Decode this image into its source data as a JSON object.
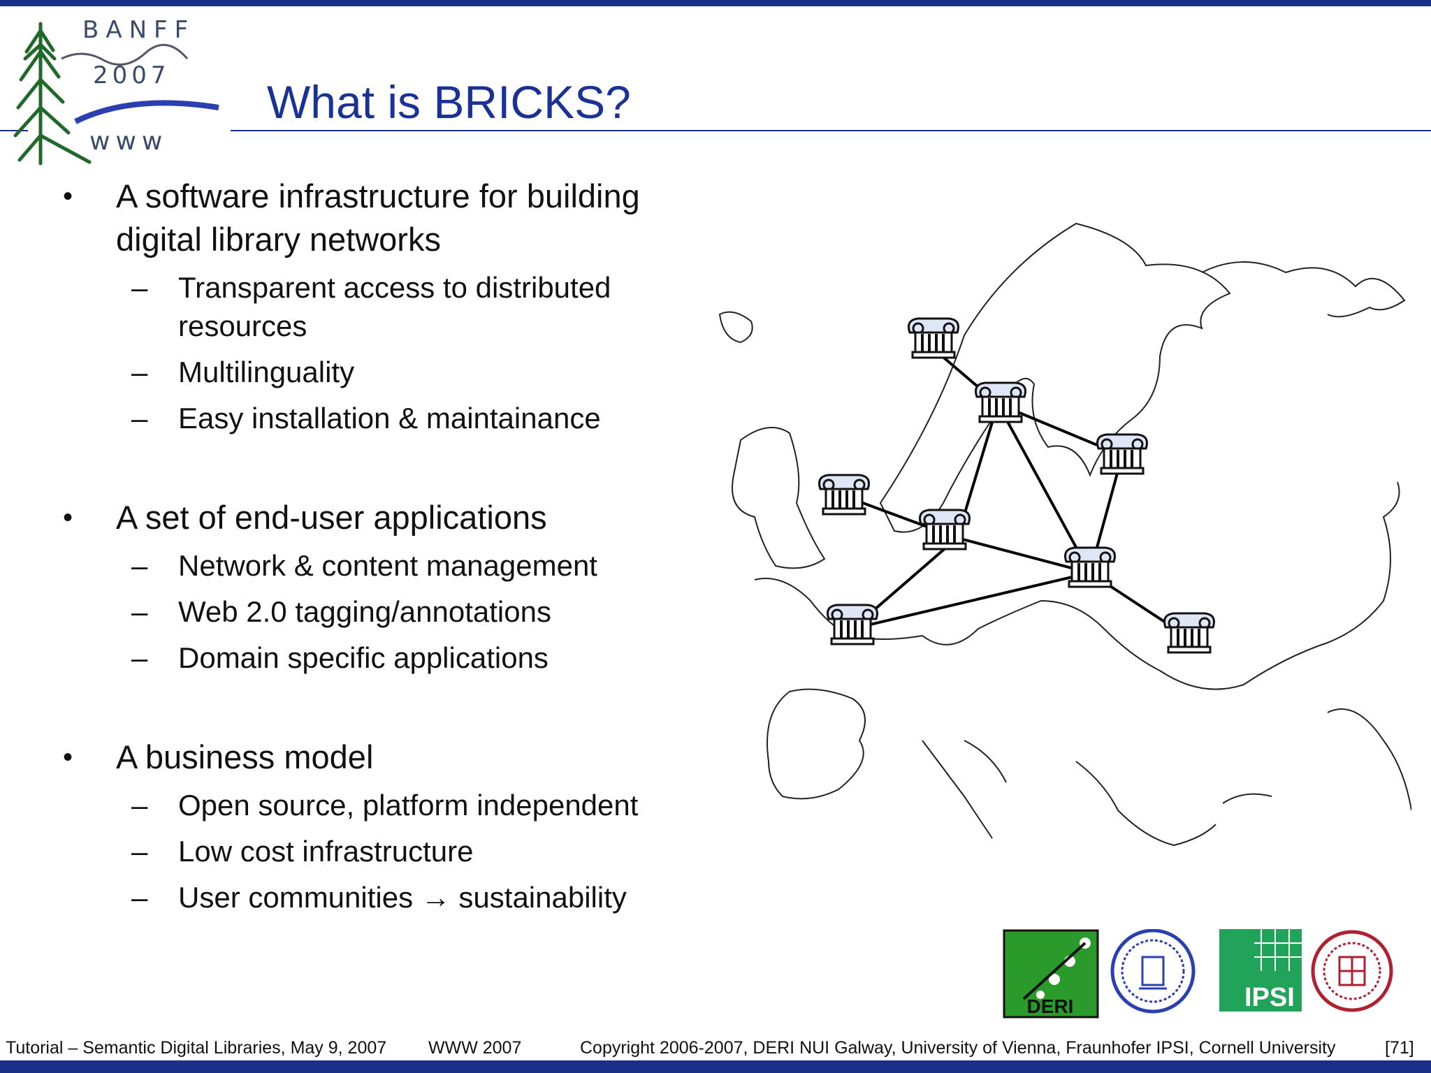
{
  "slide": {
    "title": "What is BRICKS?",
    "logo_text": {
      "top": "BANFF",
      "year": "2007",
      "bottom": "www"
    }
  },
  "bullets": [
    {
      "text": "A software infrastructure for building digital library networks",
      "subs": [
        "Transparent access to distributed resources",
        "Multilinguality",
        "Easy installation & maintainance"
      ]
    },
    {
      "text": "A set of end-user applications",
      "subs": [
        "Network & content management",
        "Web 2.0 tagging/annotations",
        "Domain specific applications"
      ]
    },
    {
      "text": "A business model",
      "subs": [
        "Open source, platform independent",
        "Low cost infrastructure",
        "User communities → sustainability"
      ]
    }
  ],
  "partner_logos": {
    "deri": "DERI",
    "ipsi": "IPSI"
  },
  "footer": {
    "left": "Tutorial – Semantic Digital Libraries, May 9, 2007",
    "center": "WWW 2007",
    "right": "Copyright 2006-2007, DERI NUI Galway, University of Vienna, Fraunhofer IPSI, Cornell University",
    "page": "[71]"
  },
  "colors": {
    "accent": "#1a3296",
    "bar": "#1a2f8a",
    "deri_green": "#2a9a2a",
    "ipsi_green": "#22a35a",
    "cornell_red": "#b02030",
    "vienna_blue": "#2a3fb0"
  }
}
